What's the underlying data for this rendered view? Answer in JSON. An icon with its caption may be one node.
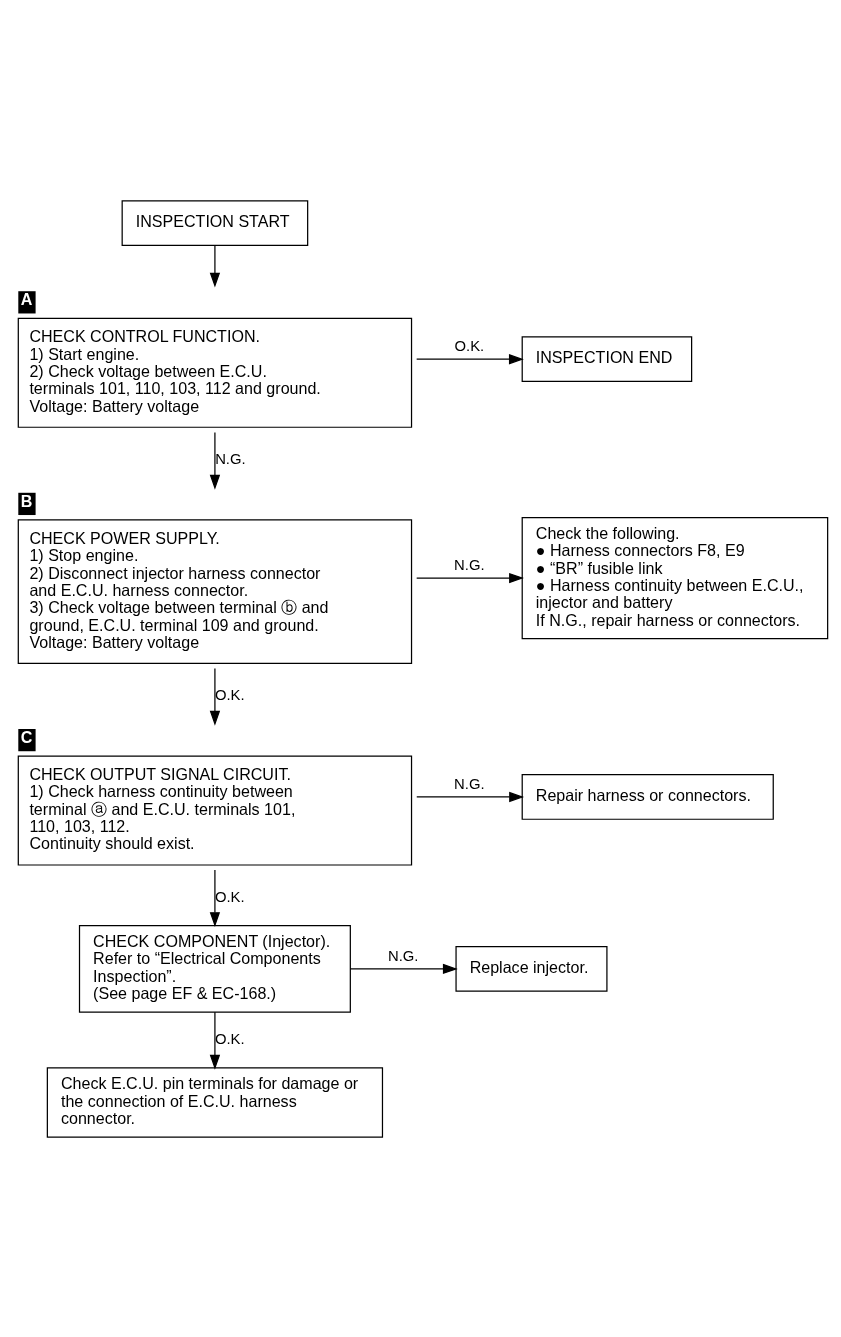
{
  "diagram": {
    "nodes": [
      {
        "text": [
          "INSPECTION START"
        ]
      },
      {
        "text": [
          "CHECK CONTROL FUNCTION.",
          "1) Start engine.",
          "2) Check voltage between E.C.U. terminals 101, 110, 103, 112 and ground.",
          "Voltage: Battery voltage"
        ],
        "beside": [
          "A"
        ]
      },
      {
        "text": [
          "INSPECTION END"
        ]
      },
      {
        "text": [
          "CHECK POWER SUPPLY.",
          "1) Stop engine.",
          "2) Disconnect injector harness connector and E.C.U. harness connector.",
          "3) Check voltage between terminal ⓑ and ground, E.C.U. terminal 109 and ground.",
          "Voltage: Battery voltage"
        ],
        "beside": [
          "B"
        ]
      },
      {
        "text": [
          "Check the following.",
          "● Harness connectors F8, E9",
          "● “BR” fusible link",
          "● Harness continuity between E.C.U., injector and battery",
          "If N.G., repair harness or connectors."
        ]
      },
      {
        "text": [
          "CHECK OUTPUT SIGNAL CIRCUIT.",
          "1) Check harness continuity between terminal ⓐ and E.C.U. terminals 101, 110, 103, 112.",
          "Continuity should exist."
        ],
        "beside": [
          "C"
        ]
      },
      {
        "text": [
          "Repair harness or connectors."
        ]
      },
      {
        "text": [
          "CHECK COMPONENT (Injector).",
          "Refer to “Electrical Components Inspection”.",
          "(See page EF & EC-168.)"
        ]
      },
      {
        "text": [
          "Replace injector."
        ]
      },
      {
        "text": [
          "Check E.C.U. pin terminals for damage or the connection of E.C.U. harness connector."
        ]
      }
    ],
    "edges": [
      {
        "from": 0,
        "to": 1,
        "arrow": "to"
      },
      {
        "from": 1,
        "to": 2,
        "arrow": "to",
        "label": "O.K."
      },
      {
        "from": 1,
        "to": 3,
        "arrow": "to",
        "label": "N.G."
      },
      {
        "from": 3,
        "to": 4,
        "arrow": "to",
        "label": "N.G."
      },
      {
        "from": 3,
        "to": 5,
        "arrow": "to",
        "label": "O.K."
      },
      {
        "from": 5,
        "to": 6,
        "arrow": "to",
        "label": "N.G."
      },
      {
        "from": 5,
        "to": 7,
        "arrow": "to",
        "label": "O.K."
      },
      {
        "from": 7,
        "to": 8,
        "arrow": "to",
        "label": "N.G."
      },
      {
        "from": 7,
        "to": 9,
        "arrow": "to",
        "label": "O.K."
      }
    ]
  }
}
